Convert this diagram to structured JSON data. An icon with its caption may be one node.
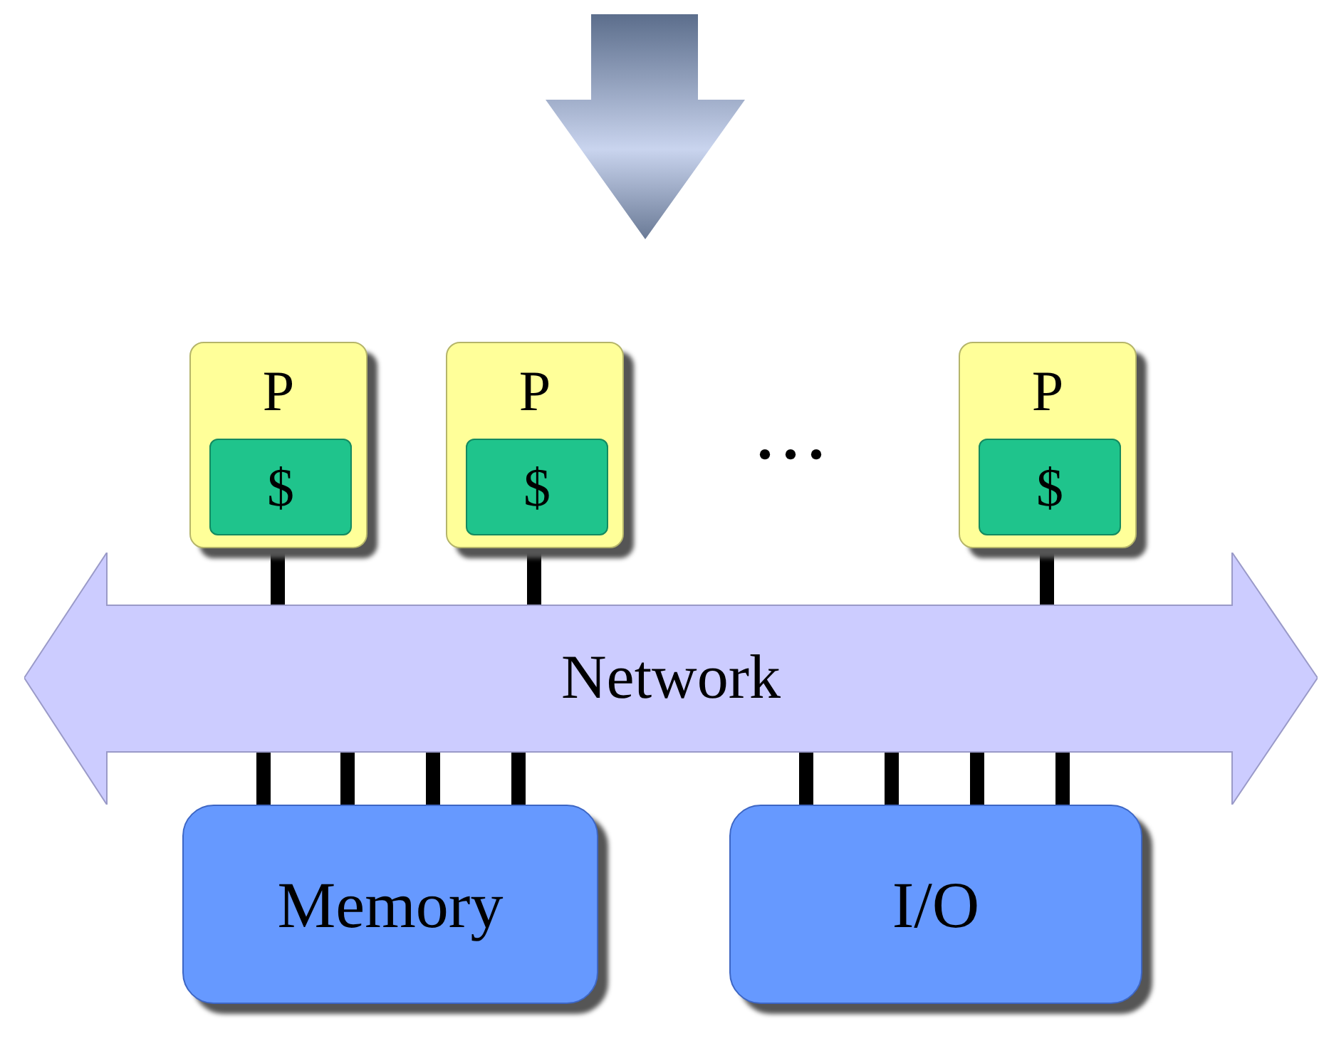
{
  "diagram": {
    "nodes": [
      {
        "text": [
          "P"
        ]
      },
      {
        "text": [
          "$"
        ],
        "in": 0
      },
      {
        "text": [
          "P"
        ]
      },
      {
        "text": [
          "$"
        ],
        "in": 2
      },
      {
        "text": [
          "P"
        ]
      },
      {
        "text": [
          "$"
        ],
        "in": 4
      },
      {
        "text": [
          "Network"
        ]
      },
      {
        "text": [
          "Memory"
        ]
      },
      {
        "text": [
          "I/O"
        ]
      }
    ],
    "edges": [
      {
        "from": 0,
        "to": 6,
        "arrow": "none"
      },
      {
        "from": 2,
        "to": 6,
        "arrow": "none"
      },
      {
        "from": 4,
        "to": 6,
        "arrow": "none"
      },
      {
        "from": 7,
        "to": 6,
        "arrow": "none"
      },
      {
        "from": 7,
        "to": 6,
        "arrow": "none"
      },
      {
        "from": 7,
        "to": 6,
        "arrow": "none"
      },
      {
        "from": 7,
        "to": 6,
        "arrow": "none"
      },
      {
        "from": 8,
        "to": 6,
        "arrow": "none"
      },
      {
        "from": 8,
        "to": 6,
        "arrow": "none"
      },
      {
        "from": 8,
        "to": 6,
        "arrow": "none"
      },
      {
        "from": 8,
        "to": 6,
        "arrow": "none"
      }
    ],
    "labels": [
      "• • •"
    ]
  }
}
